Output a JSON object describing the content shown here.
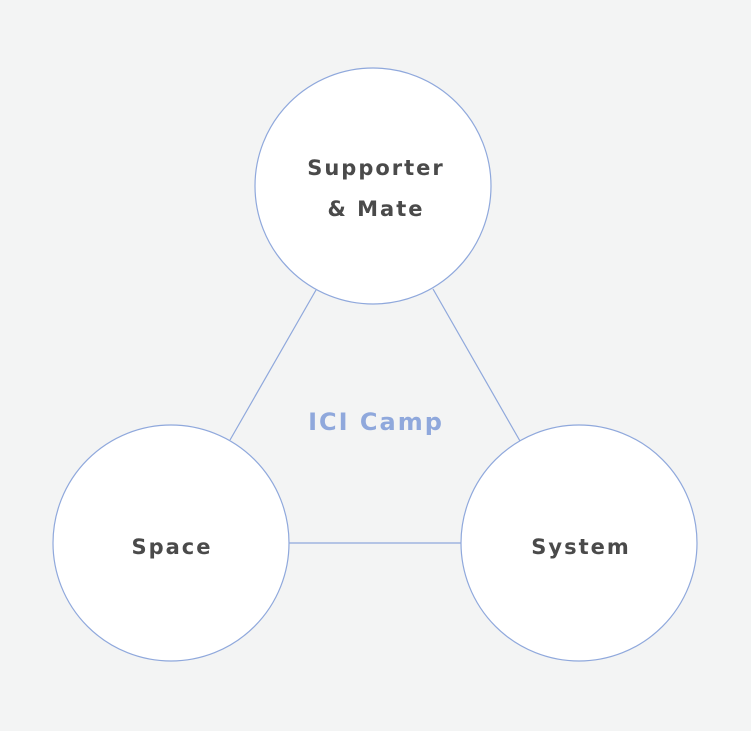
{
  "center": {
    "label": "ICI Camp"
  },
  "nodes": {
    "top": {
      "line1": "Supporter",
      "line2": "& Mate"
    },
    "left": {
      "label": "Space"
    },
    "right": {
      "label": "System"
    }
  },
  "colors": {
    "background": "#f3f4f4",
    "stroke": "#8fa8dc",
    "node_fill": "#ffffff",
    "node_text": "#4a4a4a",
    "center_text": "#8fa8dc"
  }
}
